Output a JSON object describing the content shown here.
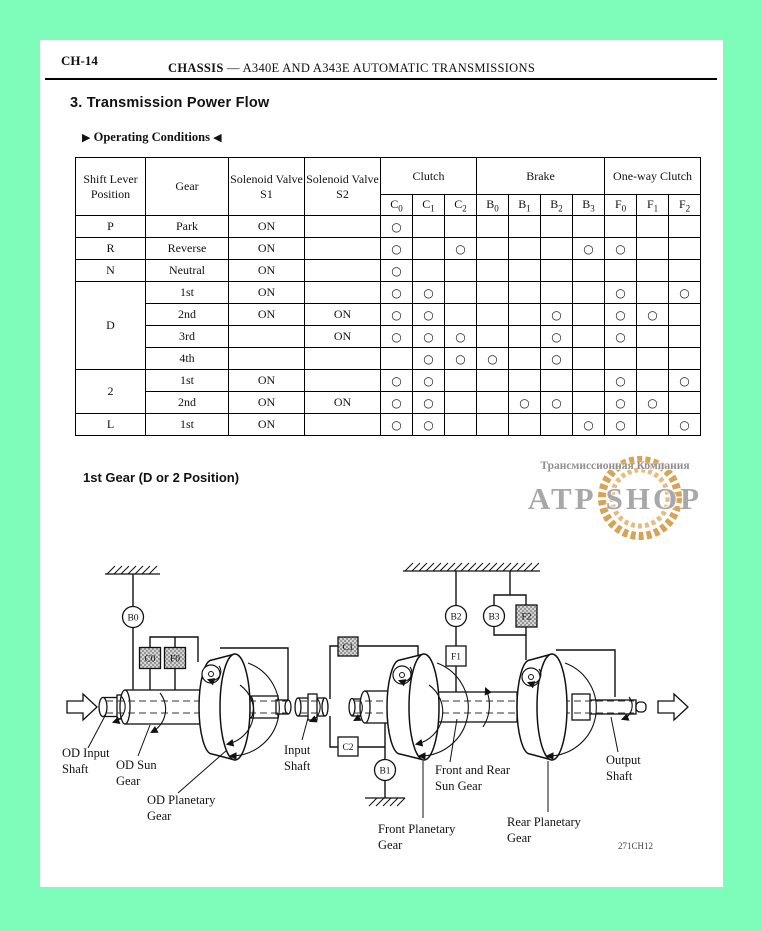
{
  "page": {
    "code": "CH-14",
    "header_bold": "CHASSIS",
    "header_rest": " — A340E AND A343E AUTOMATIC TRANSMISSIONS",
    "section_title": "3.  Transmission Power Flow",
    "operating_conditions": {
      "left": "▶",
      "text": " Operating Conditions ",
      "right": "◀"
    },
    "gear_heading": "1st Gear (D or 2 Position)"
  },
  "watermark": {
    "line1": "Трансмиссионная Компания",
    "line2": "ATP SHOP",
    "ring_color": "#d19a45",
    "ring_inner_color": "#dfb269",
    "text_color": "#a8a8a8"
  },
  "table": {
    "headers": {
      "shift": "Shift Lever Position",
      "gear": "Gear",
      "s1": "Solenoid Valve S1",
      "s2": "Solenoid Valve S2",
      "clutch": "Clutch",
      "brake": "Brake",
      "oneway": "One-way Clutch"
    },
    "subcols": [
      [
        "C",
        "0"
      ],
      [
        "C",
        "1"
      ],
      [
        "C",
        "2"
      ],
      [
        "B",
        "0"
      ],
      [
        "B",
        "1"
      ],
      [
        "B",
        "2"
      ],
      [
        "B",
        "3"
      ],
      [
        "F",
        "0"
      ],
      [
        "F",
        "1"
      ],
      [
        "F",
        "2"
      ]
    ],
    "mark_columns": [
      "C0",
      "C1",
      "C2",
      "B0",
      "B1",
      "B2",
      "B3",
      "F0",
      "F1",
      "F2"
    ],
    "mark": "○",
    "rows": [
      {
        "pos": "P",
        "span": 1,
        "gear": "Park",
        "s1": "ON",
        "s2": "",
        "on": [
          "C0"
        ]
      },
      {
        "pos": "R",
        "span": 1,
        "gear": "Reverse",
        "s1": "ON",
        "s2": "",
        "on": [
          "C0",
          "C2",
          "B3",
          "F0"
        ]
      },
      {
        "pos": "N",
        "span": 1,
        "gear": "Neutral",
        "s1": "ON",
        "s2": "",
        "on": [
          "C0"
        ]
      },
      {
        "pos": "D",
        "span": 4,
        "gear": "1st",
        "s1": "ON",
        "s2": "",
        "on": [
          "C0",
          "C1",
          "F0",
          "F2"
        ]
      },
      {
        "gear": "2nd",
        "s1": "ON",
        "s2": "ON",
        "on": [
          "C0",
          "C1",
          "B2",
          "F0",
          "F1"
        ]
      },
      {
        "gear": "3rd",
        "s1": "",
        "s2": "ON",
        "on": [
          "C0",
          "C1",
          "C2",
          "B2",
          "F0"
        ]
      },
      {
        "gear": "4th",
        "s1": "",
        "s2": "",
        "on": [
          "C1",
          "C2",
          "B0",
          "B2"
        ]
      },
      {
        "pos": "2",
        "span": 2,
        "gear": "1st",
        "s1": "ON",
        "s2": "",
        "on": [
          "C0",
          "C1",
          "F0",
          "F2"
        ]
      },
      {
        "gear": "2nd",
        "s1": "ON",
        "s2": "ON",
        "on": [
          "C0",
          "C1",
          "B1",
          "B2",
          "F0",
          "F1"
        ]
      },
      {
        "pos": "L",
        "span": 1,
        "gear": "1st",
        "s1": "ON",
        "s2": "",
        "on": [
          "C0",
          "C1",
          "B3",
          "F0",
          "F2"
        ]
      }
    ]
  },
  "diagram": {
    "components": {
      "b0": "B0",
      "c0": "C0",
      "f0": "F0",
      "c1": "C1",
      "c2": "C2",
      "b1": "B1",
      "b2": "B2",
      "b3": "B3",
      "f1": "F1",
      "f2": "F2"
    },
    "labels": {
      "od_input_shaft": [
        "OD Input",
        "Shaft"
      ],
      "od_sun_gear": [
        "OD Sun",
        "Gear"
      ],
      "od_planetary_gear": [
        "OD Planetary",
        "Gear"
      ],
      "input_shaft": [
        "Input",
        "Shaft"
      ],
      "front_rear_sun_gear": [
        "Front and Rear",
        "Sun Gear"
      ],
      "front_planetary_gear": [
        "Front Planetary",
        "Gear"
      ],
      "rear_planetary_gear": [
        "Rear Planetary",
        "Gear"
      ],
      "output_shaft": [
        "Output",
        "Shaft"
      ],
      "fig_code": "271CH12"
    }
  }
}
